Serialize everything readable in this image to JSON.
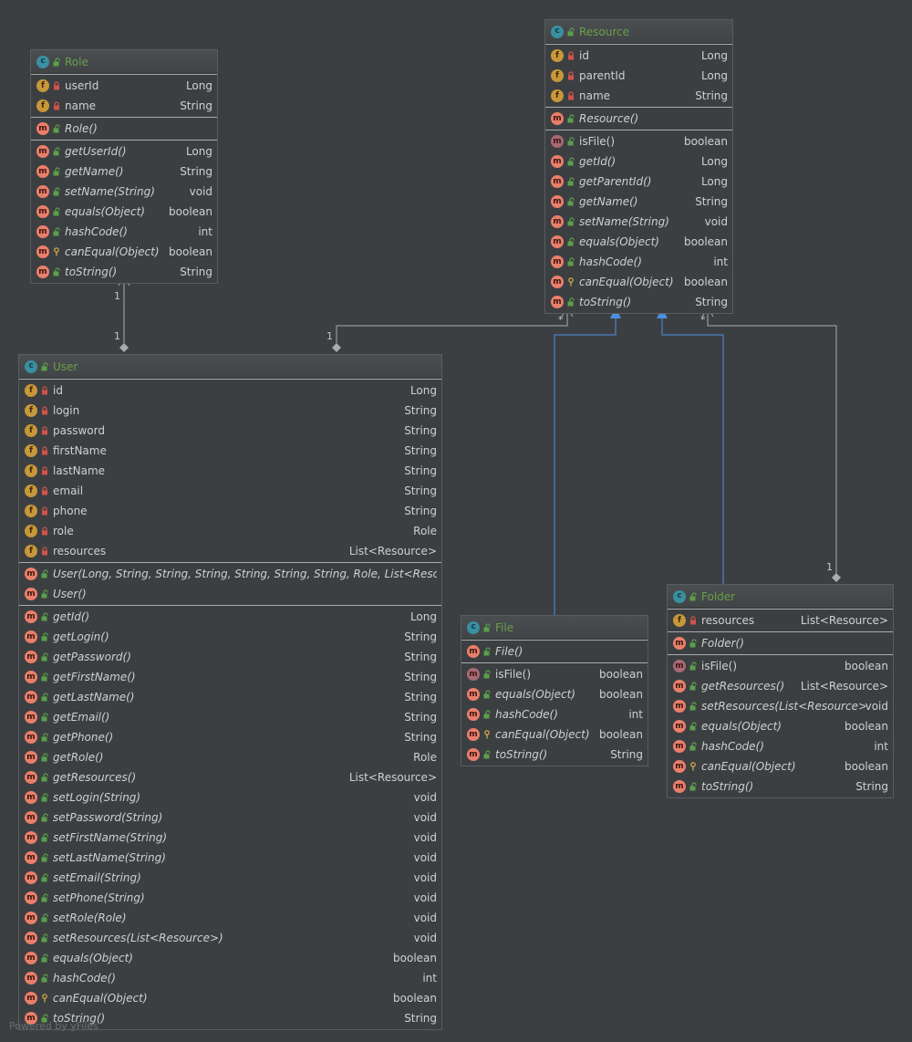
{
  "classes": {
    "role": {
      "name": "Role",
      "sections": [
        [
          {
            "kind": "f",
            "vis": "private",
            "name": "userId",
            "type": "Long"
          },
          {
            "kind": "f",
            "vis": "private",
            "name": "name",
            "type": "String"
          }
        ],
        [
          {
            "kind": "m",
            "vis": "public",
            "name": "Role()",
            "type": "",
            "italic": true
          }
        ],
        [
          {
            "kind": "m",
            "vis": "public",
            "name": "getUserId()",
            "type": "Long",
            "italic": true
          },
          {
            "kind": "m",
            "vis": "public",
            "name": "getName()",
            "type": "String",
            "italic": true
          },
          {
            "kind": "m",
            "vis": "public",
            "name": "setName(String)",
            "type": "void",
            "italic": true
          },
          {
            "kind": "m",
            "vis": "public",
            "name": "equals(Object)",
            "type": "boolean",
            "italic": true
          },
          {
            "kind": "m",
            "vis": "public",
            "name": "hashCode()",
            "type": "int",
            "italic": true
          },
          {
            "kind": "m",
            "vis": "protected",
            "name": "canEqual(Object)",
            "type": "boolean",
            "italic": true
          },
          {
            "kind": "m",
            "vis": "public",
            "name": "toString()",
            "type": "String",
            "italic": true
          }
        ]
      ]
    },
    "resource": {
      "name": "Resource",
      "sections": [
        [
          {
            "kind": "f",
            "vis": "private",
            "name": "id",
            "type": "Long"
          },
          {
            "kind": "f",
            "vis": "private",
            "name": "parentId",
            "type": "Long"
          },
          {
            "kind": "f",
            "vis": "private",
            "name": "name",
            "type": "String"
          }
        ],
        [
          {
            "kind": "m",
            "vis": "public",
            "name": "Resource()",
            "type": "",
            "italic": true
          }
        ],
        [
          {
            "kind": "ma",
            "vis": "public",
            "name": "isFile()",
            "type": "boolean"
          },
          {
            "kind": "m",
            "vis": "public",
            "name": "getId()",
            "type": "Long",
            "italic": true
          },
          {
            "kind": "m",
            "vis": "public",
            "name": "getParentId()",
            "type": "Long",
            "italic": true
          },
          {
            "kind": "m",
            "vis": "public",
            "name": "getName()",
            "type": "String",
            "italic": true
          },
          {
            "kind": "m",
            "vis": "public",
            "name": "setName(String)",
            "type": "void",
            "italic": true
          },
          {
            "kind": "m",
            "vis": "public",
            "name": "equals(Object)",
            "type": "boolean",
            "italic": true
          },
          {
            "kind": "m",
            "vis": "public",
            "name": "hashCode()",
            "type": "int",
            "italic": true
          },
          {
            "kind": "m",
            "vis": "protected",
            "name": "canEqual(Object)",
            "type": "boolean",
            "italic": true
          },
          {
            "kind": "m",
            "vis": "public",
            "name": "toString()",
            "type": "String",
            "italic": true
          }
        ]
      ]
    },
    "user": {
      "name": "User",
      "sections": [
        [
          {
            "kind": "f",
            "vis": "private",
            "name": "id",
            "type": "Long"
          },
          {
            "kind": "f",
            "vis": "private",
            "name": "login",
            "type": "String"
          },
          {
            "kind": "f",
            "vis": "private",
            "name": "password",
            "type": "String"
          },
          {
            "kind": "f",
            "vis": "private",
            "name": "firstName",
            "type": "String"
          },
          {
            "kind": "f",
            "vis": "private",
            "name": "lastName",
            "type": "String"
          },
          {
            "kind": "f",
            "vis": "private",
            "name": "email",
            "type": "String"
          },
          {
            "kind": "f",
            "vis": "private",
            "name": "phone",
            "type": "String"
          },
          {
            "kind": "f",
            "vis": "private",
            "name": "role",
            "type": "Role"
          },
          {
            "kind": "f",
            "vis": "private",
            "name": "resources",
            "type": "List<Resource>"
          }
        ],
        [
          {
            "kind": "m",
            "vis": "public",
            "name": "User(Long, String, String, String, String, String, String, Role, List<Resource>)",
            "type": "",
            "italic": true
          },
          {
            "kind": "m",
            "vis": "public",
            "name": "User()",
            "type": "",
            "italic": true
          }
        ],
        [
          {
            "kind": "m",
            "vis": "public",
            "name": "getId()",
            "type": "Long",
            "italic": true
          },
          {
            "kind": "m",
            "vis": "public",
            "name": "getLogin()",
            "type": "String",
            "italic": true
          },
          {
            "kind": "m",
            "vis": "public",
            "name": "getPassword()",
            "type": "String",
            "italic": true
          },
          {
            "kind": "m",
            "vis": "public",
            "name": "getFirstName()",
            "type": "String",
            "italic": true
          },
          {
            "kind": "m",
            "vis": "public",
            "name": "getLastName()",
            "type": "String",
            "italic": true
          },
          {
            "kind": "m",
            "vis": "public",
            "name": "getEmail()",
            "type": "String",
            "italic": true
          },
          {
            "kind": "m",
            "vis": "public",
            "name": "getPhone()",
            "type": "String",
            "italic": true
          },
          {
            "kind": "m",
            "vis": "public",
            "name": "getRole()",
            "type": "Role",
            "italic": true
          },
          {
            "kind": "m",
            "vis": "public",
            "name": "getResources()",
            "type": "List<Resource>",
            "italic": true
          },
          {
            "kind": "m",
            "vis": "public",
            "name": "setLogin(String)",
            "type": "void",
            "italic": true
          },
          {
            "kind": "m",
            "vis": "public",
            "name": "setPassword(String)",
            "type": "void",
            "italic": true
          },
          {
            "kind": "m",
            "vis": "public",
            "name": "setFirstName(String)",
            "type": "void",
            "italic": true
          },
          {
            "kind": "m",
            "vis": "public",
            "name": "setLastName(String)",
            "type": "void",
            "italic": true
          },
          {
            "kind": "m",
            "vis": "public",
            "name": "setEmail(String)",
            "type": "void",
            "italic": true
          },
          {
            "kind": "m",
            "vis": "public",
            "name": "setPhone(String)",
            "type": "void",
            "italic": true
          },
          {
            "kind": "m",
            "vis": "public",
            "name": "setRole(Role)",
            "type": "void",
            "italic": true
          },
          {
            "kind": "m",
            "vis": "public",
            "name": "setResources(List<Resource>)",
            "type": "void",
            "italic": true
          },
          {
            "kind": "m",
            "vis": "public",
            "name": "equals(Object)",
            "type": "boolean",
            "italic": true
          },
          {
            "kind": "m",
            "vis": "public",
            "name": "hashCode()",
            "type": "int",
            "italic": true
          },
          {
            "kind": "m",
            "vis": "protected",
            "name": "canEqual(Object)",
            "type": "boolean",
            "italic": true
          },
          {
            "kind": "m",
            "vis": "public",
            "name": "toString()",
            "type": "String",
            "italic": true
          }
        ]
      ]
    },
    "file": {
      "name": "File",
      "sections": [
        [
          {
            "kind": "m",
            "vis": "public",
            "name": "File()",
            "type": "",
            "italic": true
          }
        ],
        [
          {
            "kind": "ma",
            "vis": "public",
            "name": "isFile()",
            "type": "boolean"
          },
          {
            "kind": "m",
            "vis": "public",
            "name": "equals(Object)",
            "type": "boolean",
            "italic": true
          },
          {
            "kind": "m",
            "vis": "public",
            "name": "hashCode()",
            "type": "int",
            "italic": true
          },
          {
            "kind": "m",
            "vis": "protected",
            "name": "canEqual(Object)",
            "type": "boolean",
            "italic": true
          },
          {
            "kind": "m",
            "vis": "public",
            "name": "toString()",
            "type": "String",
            "italic": true
          }
        ]
      ]
    },
    "folder": {
      "name": "Folder",
      "sections": [
        [
          {
            "kind": "f",
            "vis": "private",
            "name": "resources",
            "type": "List<Resource>"
          }
        ],
        [
          {
            "kind": "m",
            "vis": "public",
            "name": "Folder()",
            "type": "",
            "italic": true
          }
        ],
        [
          {
            "kind": "ma",
            "vis": "public",
            "name": "isFile()",
            "type": "boolean"
          },
          {
            "kind": "m",
            "vis": "public",
            "name": "getResources()",
            "type": "List<Resource>",
            "italic": true
          },
          {
            "kind": "m",
            "vis": "public",
            "name": "setResources(List<Resource>)",
            "type": "void",
            "italic": true
          },
          {
            "kind": "m",
            "vis": "public",
            "name": "equals(Object)",
            "type": "boolean",
            "italic": true
          },
          {
            "kind": "m",
            "vis": "public",
            "name": "hashCode()",
            "type": "int",
            "italic": true
          },
          {
            "kind": "m",
            "vis": "protected",
            "name": "canEqual(Object)",
            "type": "boolean",
            "italic": true
          },
          {
            "kind": "m",
            "vis": "public",
            "name": "toString()",
            "type": "String",
            "italic": true
          }
        ]
      ]
    }
  },
  "edges": [
    {
      "id": "role-user",
      "from": "user",
      "to": "role",
      "kind": "association",
      "source_mult": "1",
      "target_mult": "1"
    },
    {
      "id": "user-resource",
      "from": "user",
      "to": "resource",
      "kind": "association",
      "source_mult": "1",
      "target_mult": "*"
    },
    {
      "id": "file-resource",
      "from": "file",
      "to": "resource",
      "kind": "generalization"
    },
    {
      "id": "folder-resource-gen",
      "from": "folder",
      "to": "resource",
      "kind": "generalization"
    },
    {
      "id": "folder-resource-assoc",
      "from": "folder",
      "to": "resource",
      "kind": "association",
      "source_mult": "1",
      "target_mult": "*"
    }
  ],
  "colors": {
    "class_name": "#6a9f4b",
    "association": "#a9acae",
    "generalization": "#4a90e2"
  },
  "watermark": "Powered by yFiles"
}
